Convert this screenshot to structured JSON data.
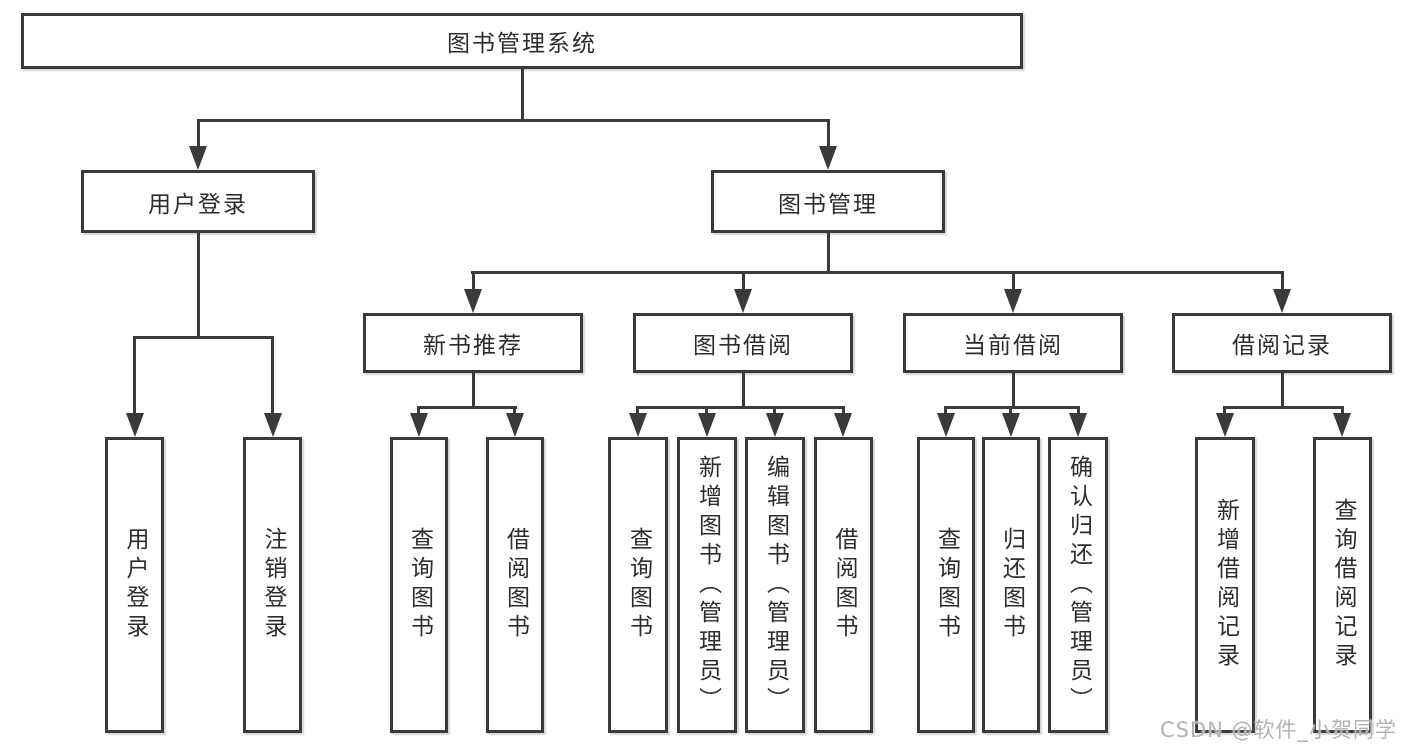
{
  "diagram_title": "图书管理系统",
  "tree": {
    "label": "图书管理系统",
    "children": [
      {
        "label": "用户登录",
        "children": [
          {
            "label": "用户登录"
          },
          {
            "label": "注销登录"
          }
        ]
      },
      {
        "label": "图书管理",
        "children": [
          {
            "label": "新书推荐",
            "children": [
              {
                "label": "查询图书"
              },
              {
                "label": "借阅图书"
              }
            ]
          },
          {
            "label": "图书借阅",
            "children": [
              {
                "label": "查询图书"
              },
              {
                "label": "新增图书（管理员）"
              },
              {
                "label": "编辑图书（管理员）"
              },
              {
                "label": "借阅图书"
              }
            ]
          },
          {
            "label": "当前借阅",
            "children": [
              {
                "label": "查询图书"
              },
              {
                "label": "归还图书"
              },
              {
                "label": "确认归还（管理员）"
              }
            ]
          },
          {
            "label": "借阅记录",
            "children": [
              {
                "label": "新增借阅记录"
              },
              {
                "label": "查询借阅记录"
              }
            ]
          }
        ]
      }
    ]
  },
  "watermark": "CSDN @软件_小贺同学",
  "colors": {
    "line": "#3a3a3a",
    "text": "#2d2d2d",
    "watermark": "#b3b3b3",
    "background": "#ffffff"
  }
}
